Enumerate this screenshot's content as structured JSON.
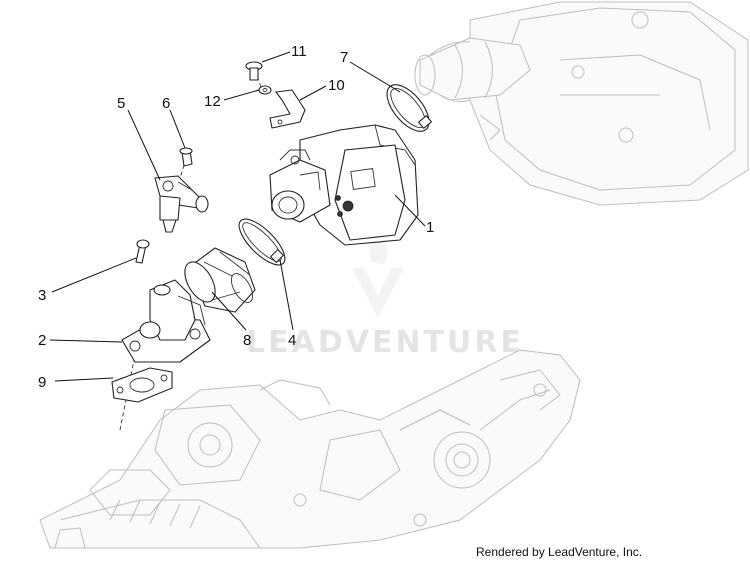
{
  "watermark": {
    "text": "LEADVENTURE"
  },
  "credit": "Rendered by LeadVenture, Inc.",
  "callouts": [
    {
      "id": "1",
      "label": "1"
    },
    {
      "id": "2",
      "label": "2"
    },
    {
      "id": "3",
      "label": "3"
    },
    {
      "id": "4",
      "label": "4"
    },
    {
      "id": "5",
      "label": "5"
    },
    {
      "id": "6",
      "label": "6"
    },
    {
      "id": "7",
      "label": "7"
    },
    {
      "id": "8",
      "label": "8"
    },
    {
      "id": "9",
      "label": "9"
    },
    {
      "id": "10",
      "label": "10"
    },
    {
      "id": "11",
      "label": "11"
    },
    {
      "id": "12",
      "label": "12"
    }
  ]
}
